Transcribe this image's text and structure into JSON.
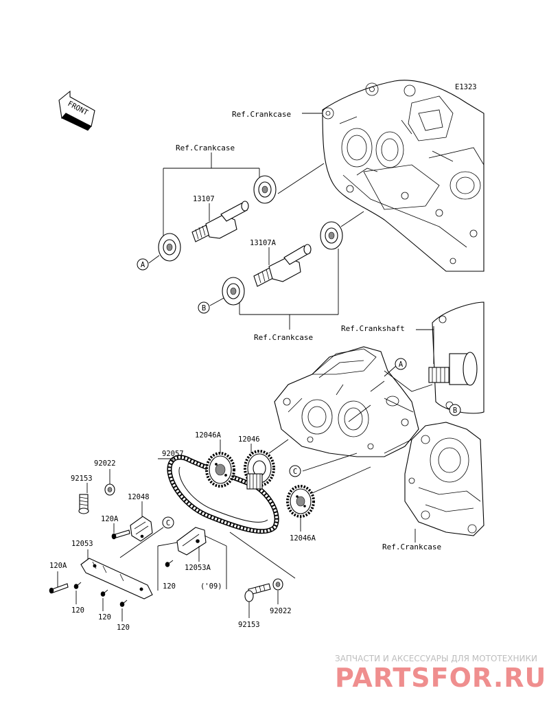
{
  "diagram": {
    "code": "E1323",
    "front_label": "FRONT",
    "refs": {
      "crankcase_top": "Ref.Crankcase",
      "crankcase_left": "Ref.Crankcase",
      "crankcase_mid": "Ref.Crankcase",
      "crankshaft": "Ref.Crankshaft",
      "crankcase_bottom": "Ref.Crankcase"
    },
    "markers": {
      "a": "A",
      "b": "B",
      "c": "C"
    },
    "part_numbers": {
      "p13107": "13107",
      "p13107a": "13107A",
      "p12046a_top": "12046A",
      "p12046": "12046",
      "p12046a_bot": "12046A",
      "p92057": "92057",
      "p92022_top": "92022",
      "p92153_top": "92153",
      "p12048": "12048",
      "p120a_top": "120A",
      "p12053": "12053",
      "p120a_left": "120A",
      "p120_a": "120",
      "p120_b": "120",
      "p120_c": "120",
      "p12053a": "12053A",
      "p120_box": "120",
      "year_note": "('09)",
      "p92022_bot": "92022",
      "p92153_bot": "92153"
    }
  },
  "watermark": {
    "tagline": "ЗАПЧАСТИ И АКСЕССУАРЫ ДЛЯ МОТОТЕХНИКИ",
    "logo": "PARTSFOR.RU"
  }
}
